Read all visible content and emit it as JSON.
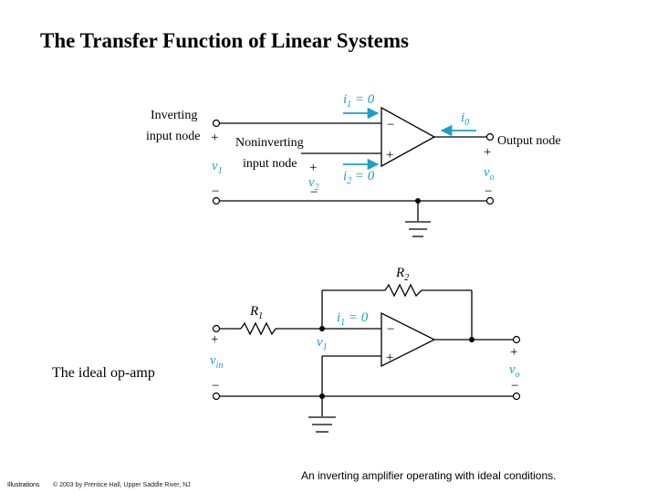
{
  "title": "The Transfer Function of Linear Systems",
  "side_text": "The ideal op-amp",
  "footer_left": "Illustrations",
  "footer_copy": "© 2003 by Prentice Hall, Upper Saddle River, NJ",
  "caption": "An inverting amplifier operating with ideal conditions.",
  "top_circuit": {
    "inverting_line1": "Inverting",
    "inverting_line2": "input node",
    "noninverting_line1": "Noninverting",
    "noninverting_line2": "input node",
    "output_node": "Output node",
    "i1_label": "i",
    "i1_sub": "1",
    "i1_value": " = 0",
    "i2_label": "i",
    "i2_sub": "2",
    "i2_value": " = 0",
    "i0_label": "i",
    "i0_sub": "0",
    "v1_label": "v",
    "v1_sub": "1",
    "v2_label": "v",
    "v2_sub": "2",
    "v0_label": "v",
    "v0_sub": "o",
    "plus": "+",
    "minus": "−"
  },
  "bottom_circuit": {
    "r1_label": "R",
    "r1_sub": "1",
    "r2_label": "R",
    "r2_sub": "2",
    "i1_label": "i",
    "i1_sub": "1",
    "i1_value": " = 0",
    "v1_label": "v",
    "v1_sub": "1",
    "vin_label": "v",
    "vin_sub": "in",
    "vo_label": "v",
    "vo_sub": "o",
    "plus": "+",
    "minus": "−"
  },
  "colors": {
    "accent": "#1aa0c8",
    "ink": "#000000"
  }
}
